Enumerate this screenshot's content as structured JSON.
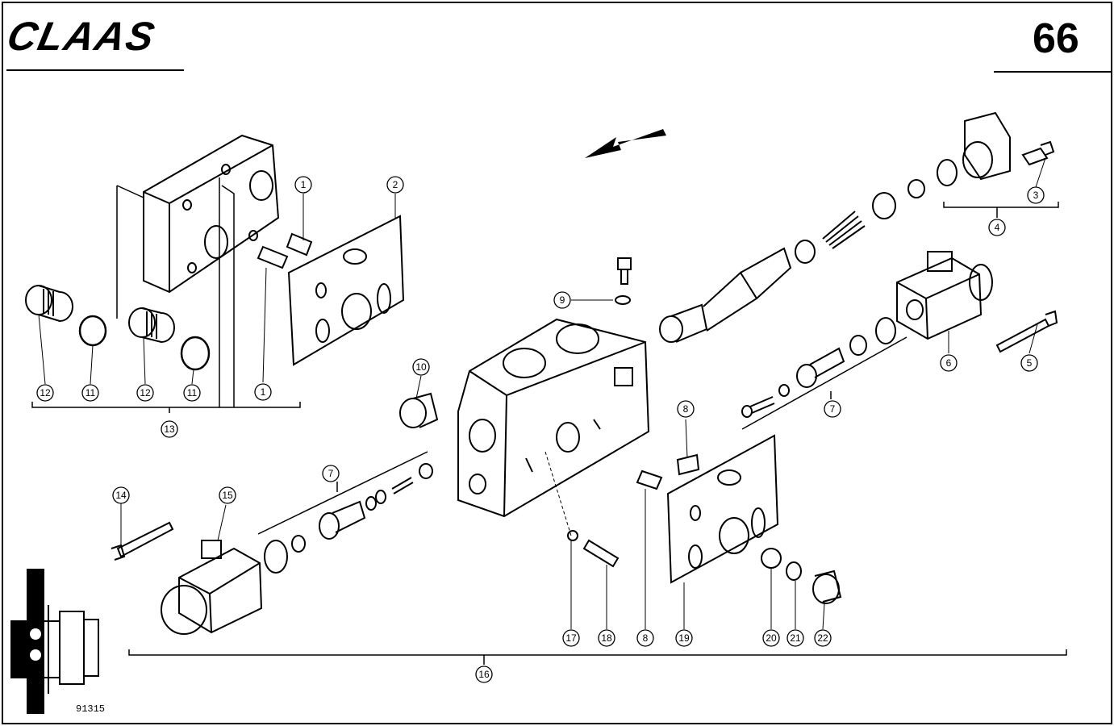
{
  "header": {
    "brand": "CLAAS",
    "page_number": "66"
  },
  "figure_id": "91315",
  "callouts": [
    "1",
    "2",
    "3",
    "4",
    "5",
    "6",
    "7",
    "8",
    "9",
    "10",
    "11",
    "12",
    "13",
    "14",
    "15",
    "16",
    "17",
    "18",
    "19",
    "20",
    "21",
    "22"
  ],
  "colors": {
    "line": "#000000",
    "background": "#ffffff"
  }
}
